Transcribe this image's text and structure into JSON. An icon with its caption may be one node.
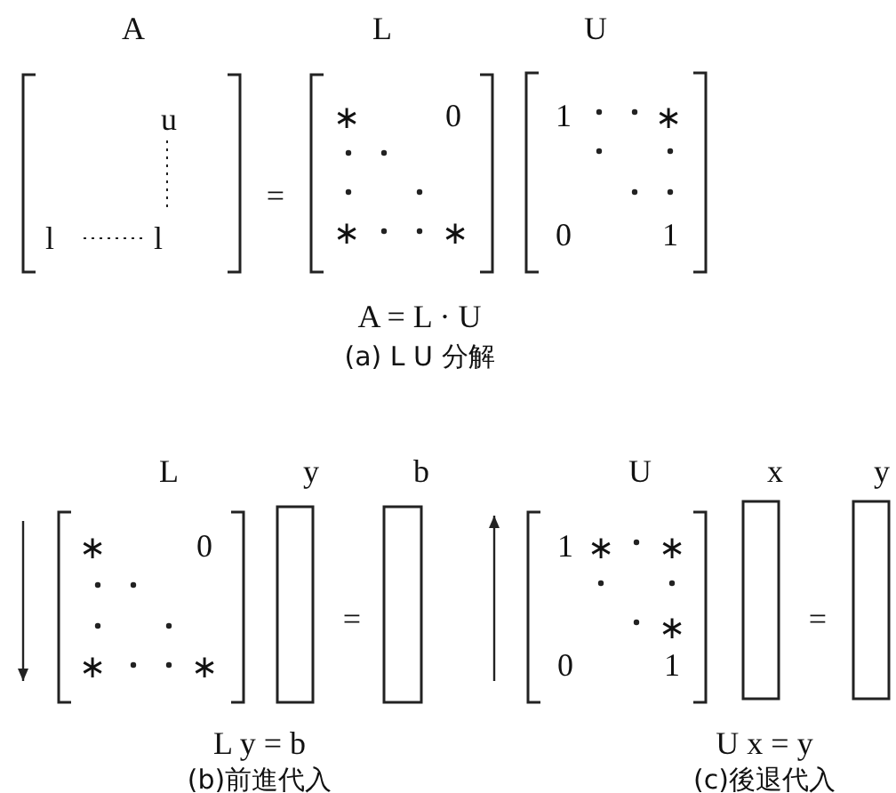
{
  "diagram": {
    "nodes": [
      {
        "text": [],
        "shape": "box"
      },
      {
        "text": [],
        "shape": "box"
      },
      {
        "text": [],
        "shape": "box"
      },
      {
        "text": [],
        "shape": "box"
      }
    ],
    "labels": [
      "A",
      "L",
      "U",
      "u",
      "l",
      "l",
      "=",
      "∗",
      "0",
      "∗",
      "∗",
      "1",
      "∗",
      "0",
      "1",
      "A = L · U",
      "(a) L U 分解",
      "L",
      "y",
      "b",
      "∗",
      "0",
      "∗",
      "∗",
      "=",
      "L y = b",
      "(b)前進代入",
      "U",
      "x",
      "y",
      "1",
      "∗",
      "∗",
      "∗",
      "0",
      "1",
      "=",
      "U x = y",
      "(c)後退代入"
    ]
  }
}
